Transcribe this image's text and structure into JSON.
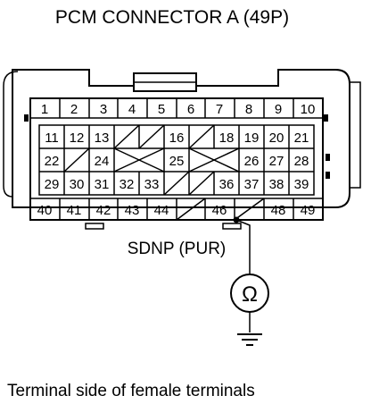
{
  "title": "PCM CONNECTOR A (49P)",
  "wire_label": "SDNP (PUR)",
  "caption": "Terminal side of female terminals",
  "meter_symbol": "Ω",
  "rows": [
    [
      "1",
      "2",
      "3",
      "4",
      "5",
      "6",
      "7",
      "8",
      "9",
      "10"
    ],
    [
      "11",
      "12",
      "13",
      "",
      "",
      "16",
      "",
      "18",
      "19",
      "20",
      "21"
    ],
    [
      "22",
      "",
      "24",
      "",
      "",
      "25",
      "",
      "",
      "26",
      "27",
      "28"
    ],
    [
      "29",
      "30",
      "31",
      "32",
      "33",
      "",
      "",
      "36",
      "37",
      "38",
      "39"
    ],
    [
      "40",
      "41",
      "42",
      "43",
      "44",
      "",
      "46",
      "",
      "48",
      "49"
    ]
  ],
  "colors": {
    "line": "#000000",
    "background": "#ffffff"
  }
}
